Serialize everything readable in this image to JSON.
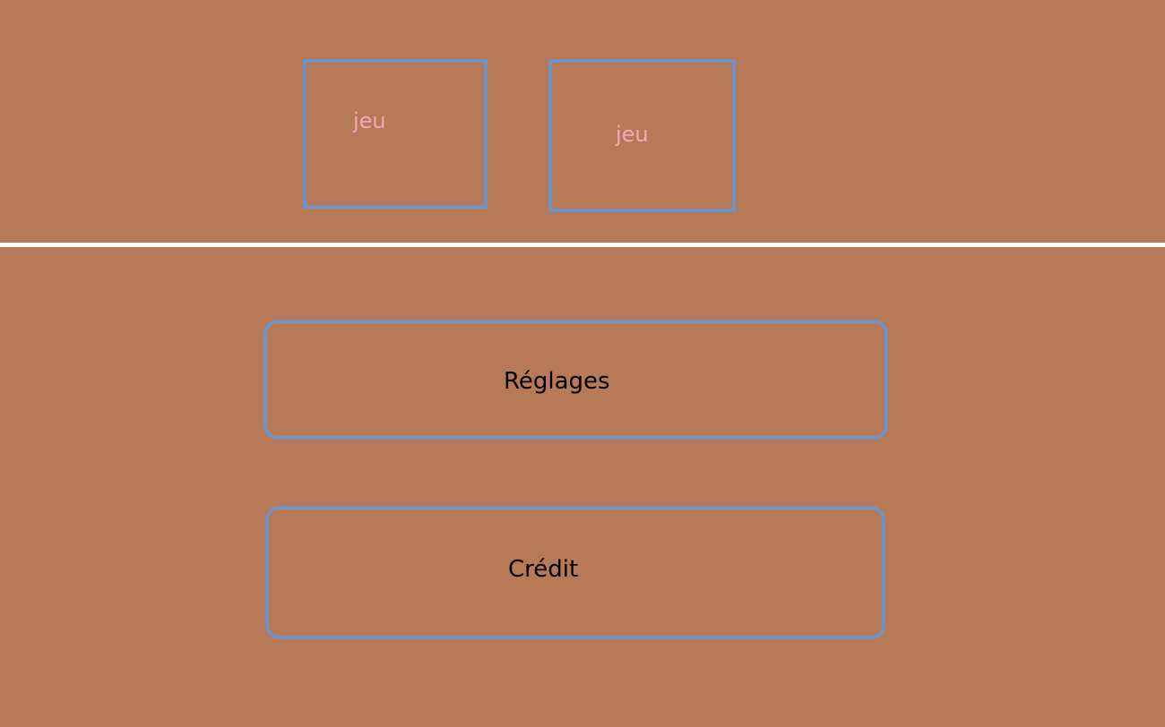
{
  "games": [
    {
      "label": "jeu"
    },
    {
      "label": "jeu"
    }
  ],
  "menu": {
    "settings_label": "Réglages",
    "credits_label": "Crédit"
  },
  "colors": {
    "background": "#b77a57",
    "border": "#6f93c6",
    "game_label": "#f7a4b6",
    "divider": "#ffffff",
    "menu_label": "#000000"
  }
}
